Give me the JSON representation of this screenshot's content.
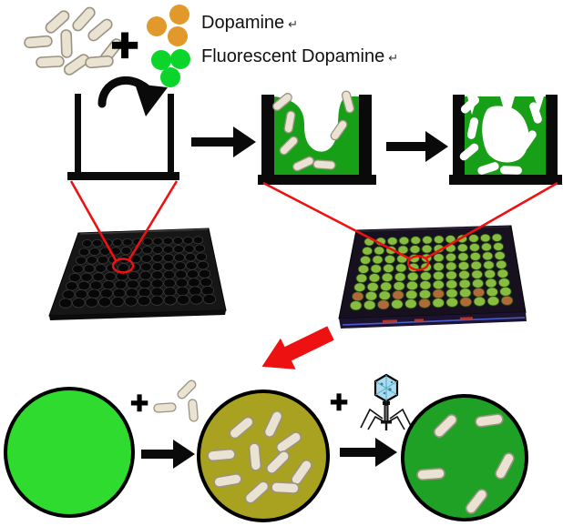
{
  "legend": {
    "items": [
      {
        "name": "dopamine",
        "label": "Dopamine",
        "mark": "↵",
        "dot_color": "#e2992c"
      },
      {
        "name": "fluorescent-dopamine",
        "label": "Fluorescent Dopamine",
        "mark": "↵",
        "dot_color": "#0bd52b"
      }
    ]
  },
  "operators": {
    "legend_plus": "+",
    "bacteria_plus": "+",
    "phage_plus": "+"
  },
  "icons": {
    "bacterium": "rounded-rod",
    "bacteriophage": "phage-glyph",
    "dopamine_dot": "filled-circle",
    "paragraph_mark": "↵"
  },
  "colors": {
    "background": "#ffffff",
    "arrow_black": "#0a0a0a",
    "callout_red": "#ee1111",
    "legend_orange": "#e2992c",
    "legend_green": "#0bd52b",
    "coating_green": "#17a017",
    "bright_green": "#2edb2e",
    "quenched_olive": "#a8a220",
    "result_green": "#1fa125",
    "bacteria_fill": "#eae3d1",
    "bacteria_stroke": "#9a9384",
    "plate1_body": "#161616",
    "plate1_well": "#070707",
    "plate2_body": "#17101f",
    "plate2_well_green": "#87bc41"
  }
}
